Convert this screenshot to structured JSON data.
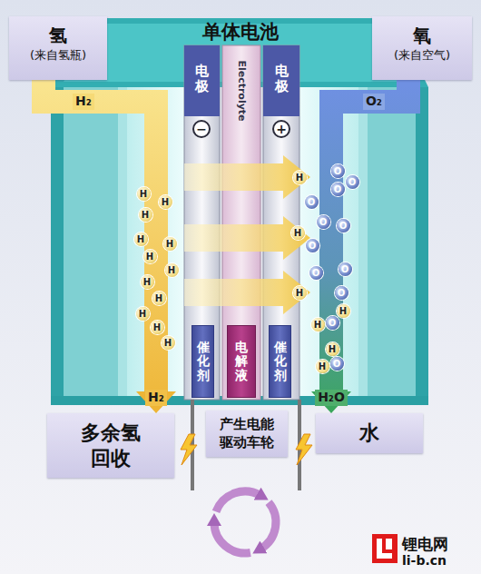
{
  "diagram": {
    "title": "单体电池",
    "nodes": [
      {
        "text": [
          "氢",
          "(来自氢瓶)"
        ]
      },
      {
        "text": [
          "氧",
          "(来自空气)"
        ]
      },
      {
        "text": [
          "电极"
        ]
      },
      {
        "text": [
          "Electrolyte"
        ]
      },
      {
        "text": [
          "电极"
        ]
      },
      {
        "text": [
          "催化剂"
        ],
        "in": 2
      },
      {
        "text": [
          "电解液"
        ],
        "in": 3
      },
      {
        "text": [
          "催化剂"
        ],
        "in": 4
      },
      {
        "text": [
          "多余氢 回收"
        ]
      },
      {
        "text": [
          "水"
        ]
      },
      {
        "text": [
          "产生电能 驱动车轮"
        ]
      }
    ],
    "edges": [
      {
        "from": 0,
        "to": 8,
        "arrow": "to"
      },
      {
        "from": 1,
        "to": 9,
        "arrow": "to"
      }
    ],
    "labels": [
      "H₂",
      "O₂",
      "−",
      "+",
      "H",
      "H",
      "H",
      "H",
      "H",
      "H",
      "H",
      "H",
      "H",
      "H",
      "H",
      "H",
      "H",
      "H",
      "H",
      "O",
      "O",
      "O",
      "O",
      "O",
      "O",
      "O",
      "O",
      "O",
      "O",
      "H",
      "O",
      "H",
      "H",
      "O",
      "H",
      "H₂",
      "H₂O",
      "锂电网",
      "li-b.cn"
    ]
  }
}
